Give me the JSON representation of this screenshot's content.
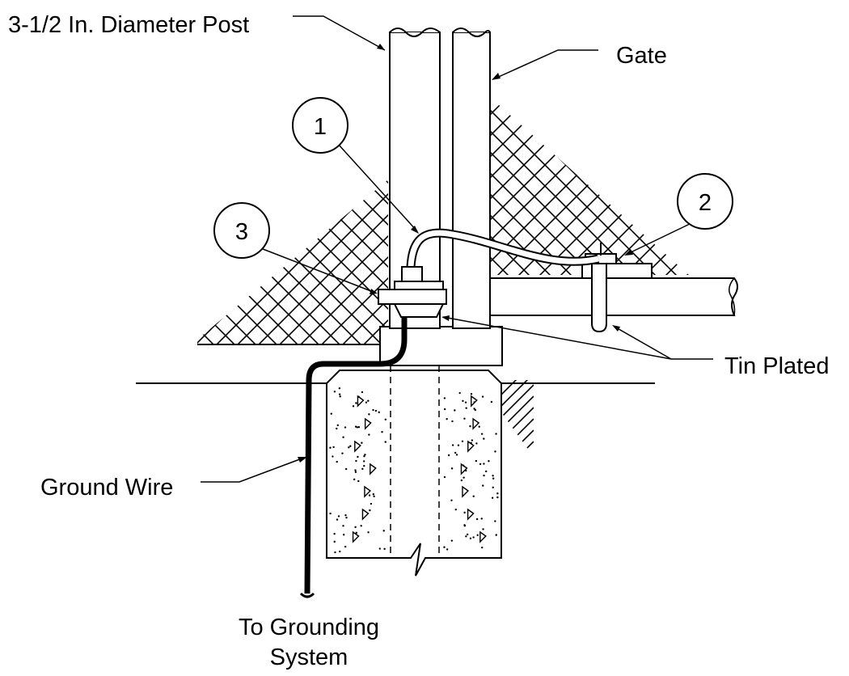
{
  "labels": {
    "post": "3-1/2 In. Diameter Post",
    "gate": "Gate",
    "tin_plated": "Tin Plated",
    "ground_wire": "Ground Wire",
    "to_grounding_line1": "To Grounding",
    "to_grounding_line2": "System"
  },
  "callouts": [
    "1",
    "2",
    "3"
  ],
  "colors": {
    "ink": "#000000",
    "paper": "#ffffff"
  }
}
